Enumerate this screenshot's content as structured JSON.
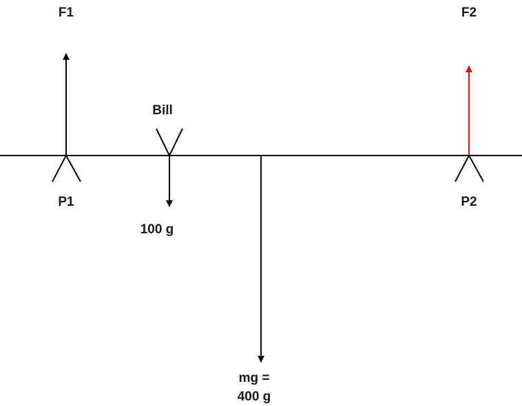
{
  "labels": {
    "f1": "F1",
    "f2": "F2",
    "bill": "Bill",
    "p1": "P1",
    "p2": "P2",
    "bill_weight": "100 g",
    "mg_line1": "mg =",
    "mg_line2": "400 g"
  },
  "colors": {
    "line": "#000000",
    "highlight_arrow": "#e01010",
    "text": "#1a1a1a"
  }
}
